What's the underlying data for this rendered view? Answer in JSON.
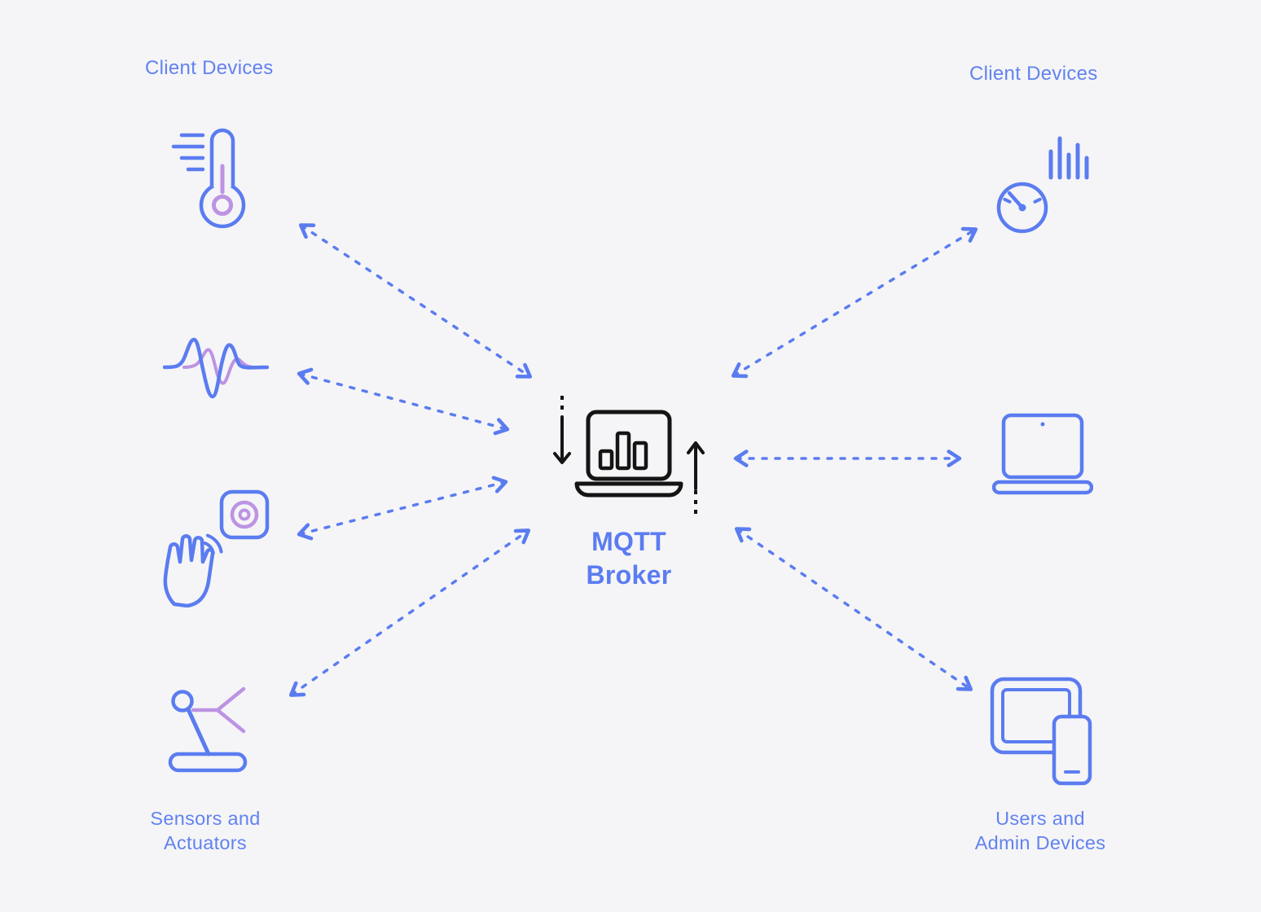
{
  "colors": {
    "background": "#f5f5f7",
    "accent_blue": "#5b7cf0",
    "accent_purple": "#bd93e3",
    "broker_black": "#141414",
    "label_blue": "#6282f0"
  },
  "labels": {
    "top_left": "Client Devices",
    "top_right": "Client Devices",
    "bottom_left": [
      "Sensors and",
      "Actuators"
    ],
    "bottom_right": [
      "Users and",
      "Admin Devices"
    ],
    "broker": [
      "MQTT",
      "Broker"
    ]
  },
  "nodes": {
    "center": {
      "id": "mqtt-broker",
      "label": "MQTT Broker",
      "icon": "laptop-with-bar-chart-icon"
    },
    "left_group": {
      "group_labels": [
        "Client Devices",
        "Sensors and Actuators"
      ],
      "items": [
        {
          "id": "thermometer-sensor",
          "icon": "thermometer-icon"
        },
        {
          "id": "waveform-sensor",
          "icon": "waveform-icon"
        },
        {
          "id": "gesture-sensor",
          "icon": "hand-proximity-icon"
        },
        {
          "id": "joystick-actuator",
          "icon": "joystick-icon"
        }
      ]
    },
    "right_group": {
      "group_labels": [
        "Client Devices",
        "Users and Admin Devices"
      ],
      "items": [
        {
          "id": "gauge-device",
          "icon": "gauge-icon"
        },
        {
          "id": "laptop-device",
          "icon": "laptop-icon"
        },
        {
          "id": "admin-devices",
          "icon": "tablet-phone-icon"
        }
      ]
    }
  },
  "connections": [
    {
      "from": "thermometer-sensor",
      "to": "mqtt-broker",
      "bidirectional": true,
      "style": "dashed"
    },
    {
      "from": "waveform-sensor",
      "to": "mqtt-broker",
      "bidirectional": true,
      "style": "dashed"
    },
    {
      "from": "gesture-sensor",
      "to": "mqtt-broker",
      "bidirectional": true,
      "style": "dashed"
    },
    {
      "from": "joystick-actuator",
      "to": "mqtt-broker",
      "bidirectional": true,
      "style": "dashed"
    },
    {
      "from": "gauge-device",
      "to": "mqtt-broker",
      "bidirectional": true,
      "style": "dashed"
    },
    {
      "from": "laptop-device",
      "to": "mqtt-broker",
      "bidirectional": true,
      "style": "dashed"
    },
    {
      "from": "admin-devices",
      "to": "mqtt-broker",
      "bidirectional": true,
      "style": "dashed"
    }
  ],
  "broker_flow_icons": {
    "inbound": "down-arrow",
    "outbound": "up-arrow"
  }
}
